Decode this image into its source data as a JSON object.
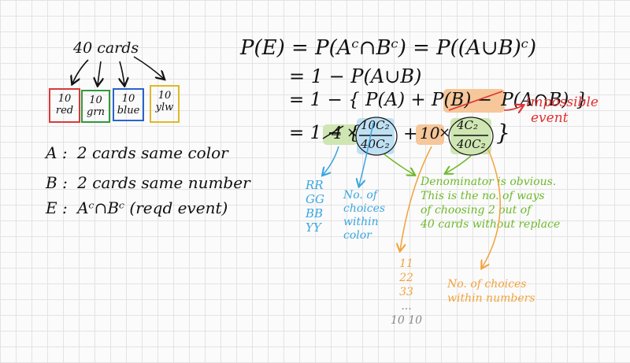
{
  "left": {
    "cards_label": "40 cards",
    "boxes": [
      {
        "num": "10",
        "name": "red",
        "color": "#d83b3b"
      },
      {
        "num": "10",
        "name": "grn",
        "color": "#2f9a3b"
      },
      {
        "num": "10",
        "name": "blue",
        "color": "#2b63cf"
      },
      {
        "num": "10",
        "name": "ylw",
        "color": "#e2b72a"
      }
    ],
    "defs": [
      {
        "letter": "A",
        "colon": ":",
        "text": "2 cards same color"
      },
      {
        "letter": "B",
        "colon": ":",
        "text": "2 cards same number"
      },
      {
        "letter": "E",
        "colon": ":",
        "text": "Aᶜ∩Bᶜ  (reqd event)"
      }
    ]
  },
  "math": {
    "line1": "P(E) = P(Aᶜ∩Bᶜ) = P((A∪B)ᶜ)",
    "line2": "= 1 − P(A∪B)",
    "line3_main": "= 1 − { P(A) + P(B) −",
    "line3_cancel": "P(A∩B)",
    "line3_end": "}",
    "line4_start": "= 1 − {",
    "line4_coef1": "4",
    "line4_times1": "×",
    "frac1_num": "10C₂",
    "frac1_den": "40C₂",
    "line4_plus": "+",
    "line4_coef2": "10",
    "line4_times2": "×",
    "frac2_num": "4C₂",
    "frac2_den": "40C₂",
    "line4_end": "}"
  },
  "notes": {
    "impossible": [
      "impossible",
      "event"
    ],
    "rr_list": [
      "RR",
      "GG",
      "BB",
      "YY"
    ],
    "choices_color": [
      "No. of",
      "choices",
      "within",
      "color"
    ],
    "denominator": [
      "Denominator is obvious.",
      "This is the no. of ways",
      "of choosing 2 out of",
      "40 cards without replace"
    ],
    "pairs_list": [
      "11",
      "22",
      "33",
      "...",
      "10 10"
    ],
    "choices_numbers": [
      "No. of choices",
      "within numbers"
    ]
  },
  "colors": {
    "ink": "#111111",
    "red": "#e03030",
    "blue": "#3aa6e0",
    "green": "#6fb82b",
    "orange": "#f2a23a",
    "hl_orange": "#f6c79a",
    "hl_green": "#cfe6b3",
    "hl_blue": "#bfe0f3"
  }
}
